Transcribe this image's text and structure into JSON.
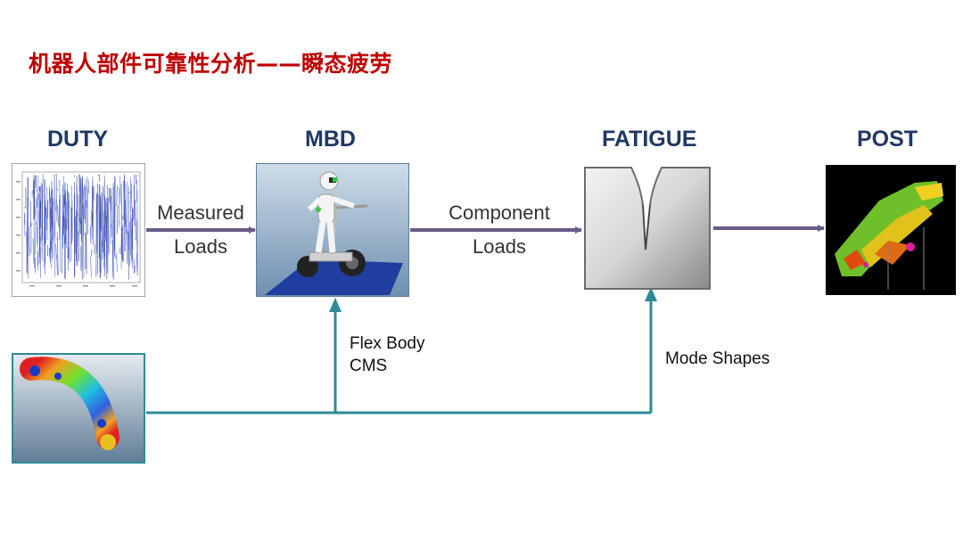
{
  "slide": {
    "title": "机器人部件可靠性分析——瞬态疲劳"
  },
  "stages": {
    "duty": "DUTY",
    "mbd": "MBD",
    "fatigue": "FATIGUE",
    "post": "POST"
  },
  "flows": {
    "duty_to_mbd": {
      "line1": "Measured",
      "line2": "Loads"
    },
    "mbd_to_fatigue": {
      "line1": "Component",
      "line2": "Loads"
    }
  },
  "notes": {
    "flex_body": {
      "line1": "Flex Body",
      "line2": "CMS"
    },
    "mode_shapes": "Mode Shapes"
  },
  "colors": {
    "title": "#c00000",
    "stage_label": "#1f3864",
    "arrow_main": "#6a5a8c",
    "arrow_teal": "#2e8b96"
  },
  "icons": {
    "duty": "load-time-history-plot",
    "mbd": "robot-segway-model",
    "fatigue": "notched-specimen-crack",
    "post": "fatigue-contour-frame",
    "flex": "flex-body-fe-contour"
  }
}
